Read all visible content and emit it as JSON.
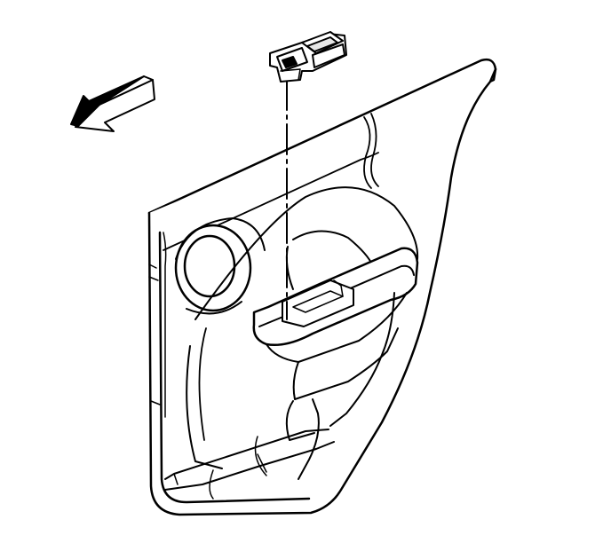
{
  "diagram": {
    "style": "line-art",
    "stroke_color": "#000000",
    "fill_color": "#ffffff",
    "shade_color": "#e6e6e6",
    "components": [
      {
        "id": "door-trim-panel",
        "label": ""
      },
      {
        "id": "window-switch",
        "label": ""
      },
      {
        "id": "installation-leader",
        "label": ""
      },
      {
        "id": "direction-arrow",
        "label": ""
      }
    ]
  }
}
